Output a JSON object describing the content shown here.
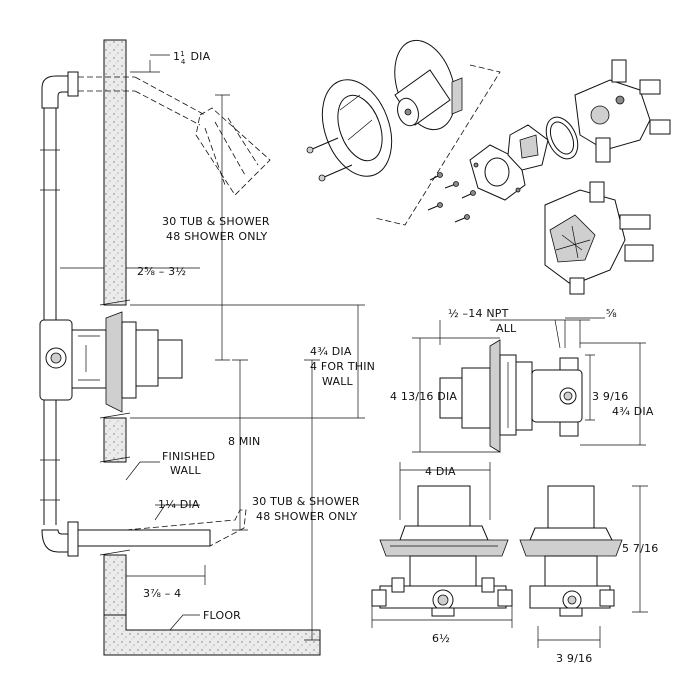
{
  "labels": {
    "shower_pipe_dia_whole": "1",
    "shower_pipe_dia_frac_num": "1",
    "shower_pipe_dia_frac_den": "4",
    "shower_pipe_dia_unit": "DIA",
    "tub_shower_upper_line1": "30 TUB & SHOWER",
    "tub_shower_upper_line2": "48 SHOWER ONLY",
    "wall_depth": "2⅝ – 3½",
    "trim_dia_line1": "4¾ DIA",
    "trim_dia_line2": "4 FOR THIN",
    "trim_dia_line3": "WALL",
    "min_height": "8 MIN",
    "finished_wall_line1": "FINISHED",
    "finished_wall_line2": "WALL",
    "spout_pipe_dia": "1¼ DIA",
    "tub_shower_lower_line1": "30 TUB & SHOWER",
    "tub_shower_lower_line2": "48 SHOWER ONLY",
    "spout_depth": "3⅞ – 4",
    "floor": "FLOOR",
    "npt": "½ –14 NPT",
    "npt_all": "ALL",
    "side_offset": "⅝",
    "escutcheon_dia": "4 13/16 DIA",
    "body_height": "3 9/16",
    "body_dia": "4¾ DIA",
    "top_width": "4 DIA",
    "overall_height": "5 7/16",
    "front_width": "6½",
    "side_width": "3 9/16"
  }
}
